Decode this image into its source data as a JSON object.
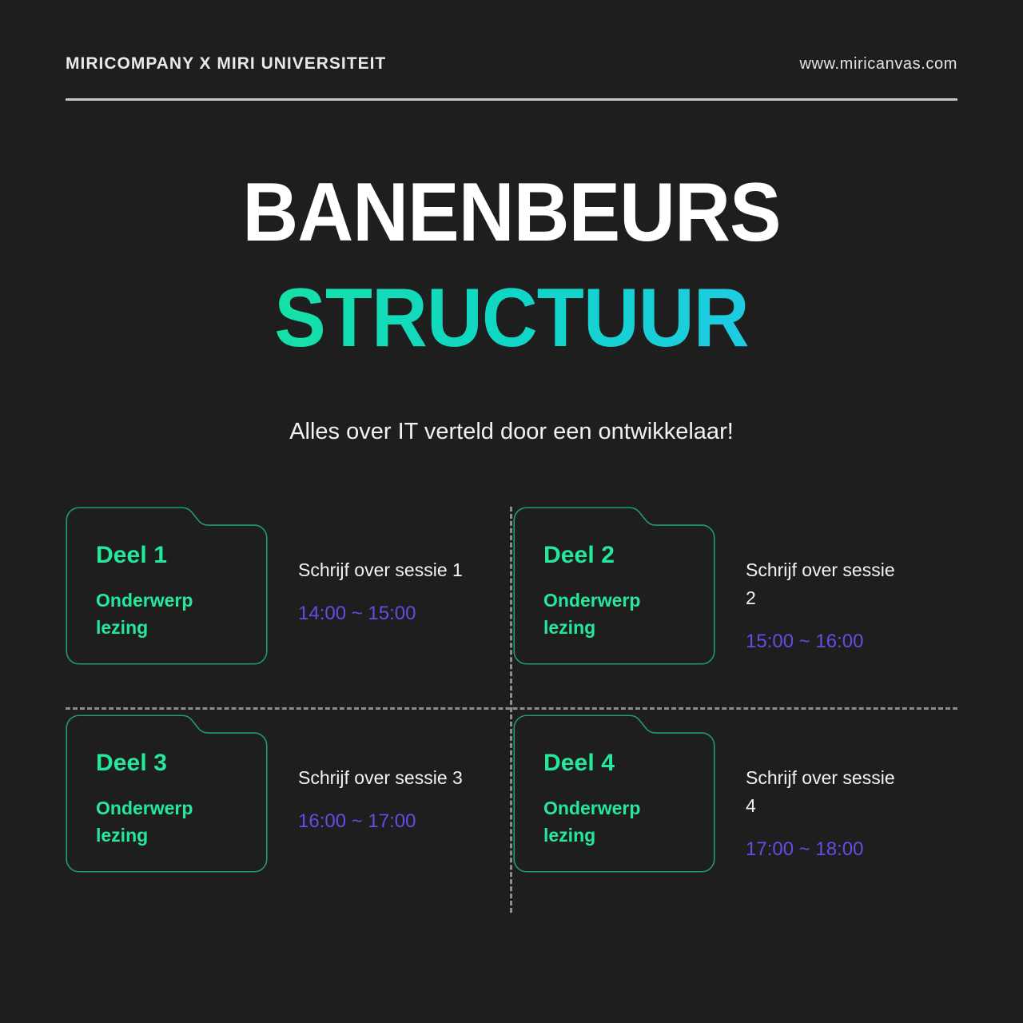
{
  "header": {
    "brand": "MIRICOMPANY X MIRI UNIVERSITEIT",
    "url": "www.miricanvas.com"
  },
  "title": {
    "line1": "BANENBEURS",
    "line2": "STRUCTUUR",
    "tagline": "Alles over IT verteld door een ontwikkelaar!"
  },
  "colors": {
    "background": "#1e1e1e",
    "accent_green": "#24e89b",
    "accent_cyan": "#2bc5f6",
    "time_purple": "#6a4ae6",
    "text_white": "#ffffff",
    "divider_gray": "#8d8d8d",
    "rule_gray": "#c9c9c9"
  },
  "sessions": [
    {
      "title": "Deel 1",
      "topic": "Onderwerp lezing",
      "description": "Schrijf over sessie 1",
      "time": "14:00 ~ 15:00"
    },
    {
      "title": "Deel 2",
      "topic": "Onderwerp lezing",
      "description": "Schrijf over sessie 2",
      "time": "15:00 ~ 16:00"
    },
    {
      "title": "Deel 3",
      "topic": "Onderwerp lezing",
      "description": "Schrijf over sessie 3",
      "time": "16:00 ~ 17:00"
    },
    {
      "title": "Deel 4",
      "topic": "Onderwerp lezing",
      "description": "Schrijf over sessie 4",
      "time": "17:00 ~ 18:00"
    }
  ]
}
